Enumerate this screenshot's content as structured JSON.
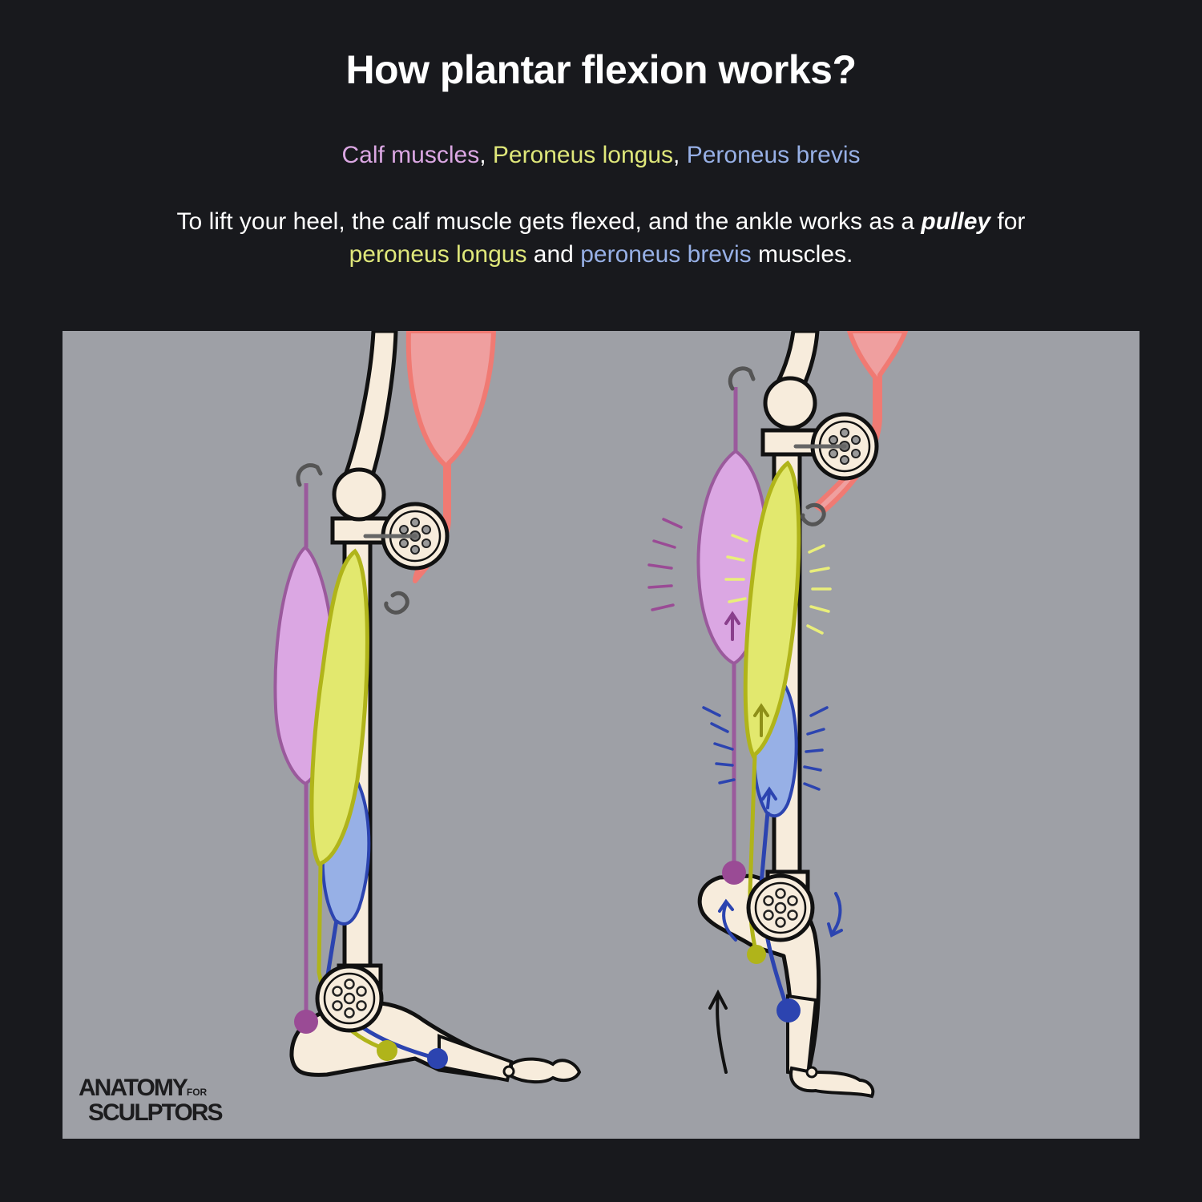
{
  "header": {
    "title": "How plantar flexion works?"
  },
  "legend": {
    "calf": "Calf muscles",
    "sep1": ", ",
    "longus": "Peroneus longus",
    "sep2": ", ",
    "brevis": "Peroneus brevis"
  },
  "description": {
    "part1": "To lift your heel, the calf muscle gets flexed, and the ankle works as a ",
    "pulley": "pulley",
    "part2": " for ",
    "longus": "peroneus longus",
    "part3": " and ",
    "brevis": "peroneus brevis",
    "part4": " muscles."
  },
  "logo": {
    "line1": "ANATOMY",
    "line1_small": "FOR",
    "line2": "SCULPTORS"
  },
  "colors": {
    "background": "#18191d",
    "panel": "#9ea0a6",
    "calf": "#dba7e3",
    "calf_stroke": "#9a5a9c",
    "longus": "#e2e86e",
    "longus_stroke": "#b0b41a",
    "brevis": "#97b0e6",
    "brevis_stroke": "#2c44b0",
    "thigh_muscle": "#ef9f9f",
    "thigh_stroke": "#f07a73",
    "bone": "#f7ecdc"
  },
  "icons": [
    "pulley-icon",
    "hook-icon",
    "motion-arrow-icon"
  ]
}
